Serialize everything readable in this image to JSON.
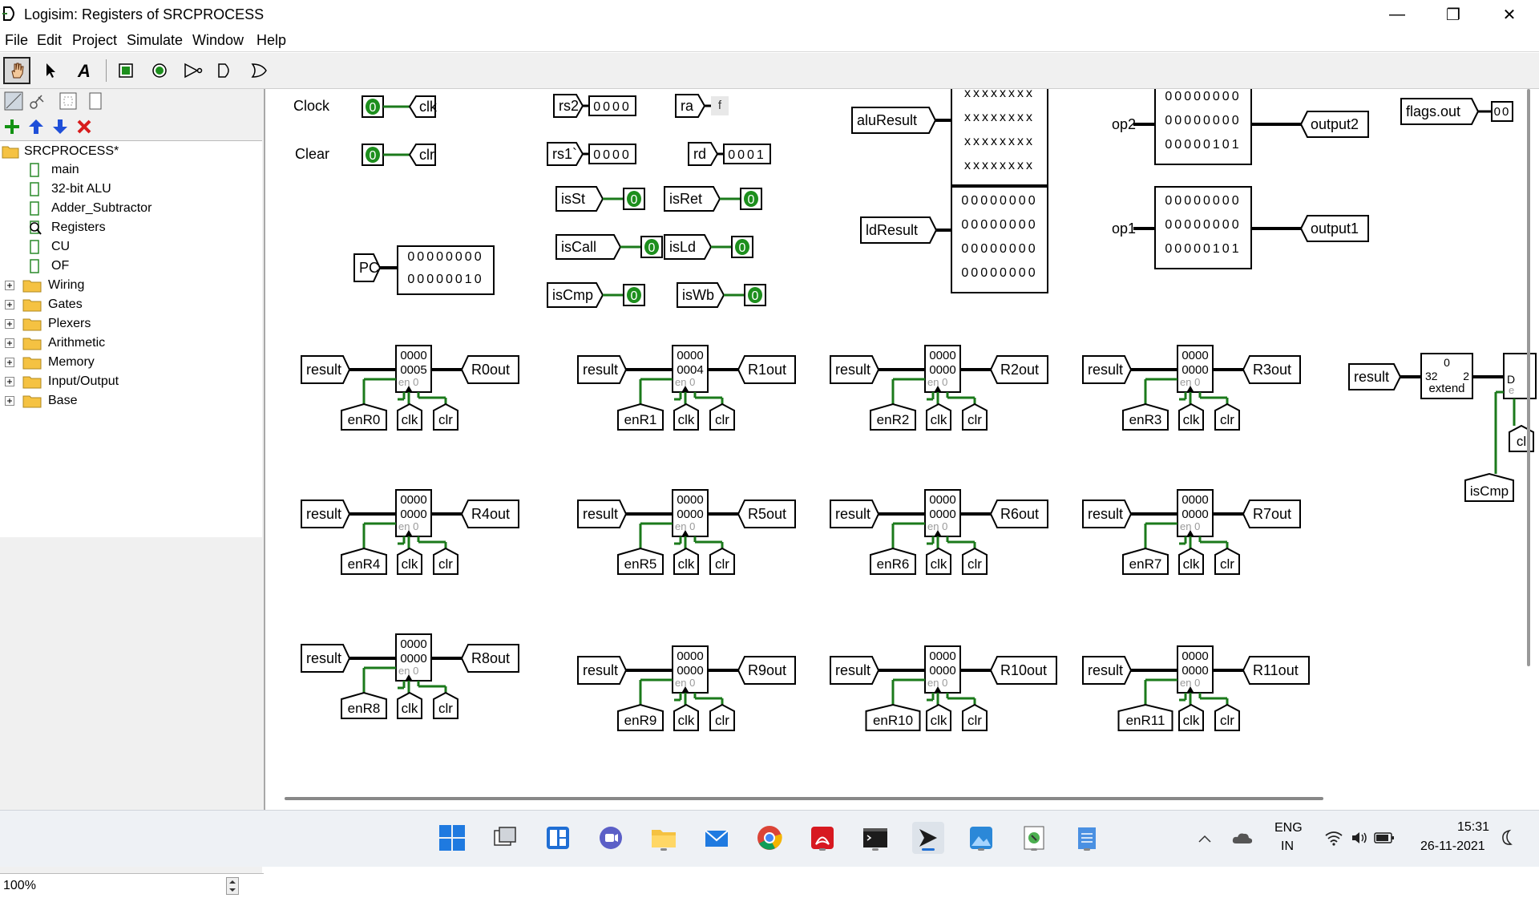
{
  "window": {
    "title": "Logisim: Registers of SRCPROCESS",
    "minimize_glyph": "—",
    "maximize_glyph": "❐",
    "close_glyph": "✕"
  },
  "menu": [
    "File",
    "Edit",
    "Project",
    "Simulate",
    "Window",
    "Help"
  ],
  "project_tree": {
    "root": "SRCPROCESS*",
    "circuits": [
      "main",
      "32-bit ALU",
      "Adder_Subtractor",
      "Registers",
      "CU",
      "OF"
    ],
    "libraries": [
      "Wiring",
      "Gates",
      "Plexers",
      "Arithmetic",
      "Memory",
      "Input/Output",
      "Base"
    ]
  },
  "zoom": "100%",
  "canvas": {
    "inputs": [
      {
        "label": "Clock",
        "pin": "0",
        "tunnel": "clk"
      },
      {
        "label": "Clear",
        "pin": "0",
        "tunnel": "clr"
      }
    ],
    "pc": {
      "label": "PC",
      "lines": [
        "00000000",
        "00000010"
      ]
    },
    "hex_probes": [
      {
        "label": "rs2",
        "value": "0000"
      },
      {
        "label": "rs1`",
        "value": "0000"
      },
      {
        "label": "ra",
        "value": "f"
      },
      {
        "label": "rd",
        "value": "0001"
      }
    ],
    "bit_leds": [
      {
        "label": "isSt",
        "value": "0"
      },
      {
        "label": "isRet",
        "value": "0"
      },
      {
        "label": "isCall",
        "value": "0"
      },
      {
        "label": "isLd",
        "value": "0"
      },
      {
        "label": "isCmp",
        "value": "0"
      },
      {
        "label": "isWb",
        "value": "0"
      }
    ],
    "alu_result": {
      "label": "aluResult",
      "lines": [
        "xxxxxxxx",
        "xxxxxxxx",
        "xxxxxxxx",
        "xxxxxxxx"
      ]
    },
    "ld_result": {
      "label": "ldResult",
      "lines": [
        "00000000",
        "00000000",
        "00000000",
        "00000000"
      ]
    },
    "op2": {
      "label": "op2",
      "lines": [
        "00000000",
        "00000000",
        "00000101"
      ],
      "output": "output2"
    },
    "op1": {
      "label": "op1",
      "lines": [
        "00000000",
        "00000000",
        "00000101"
      ],
      "output": "output1"
    },
    "flags": {
      "label": "flags.out",
      "value": "00"
    },
    "registers": [
      {
        "in": "result",
        "en": "enR0",
        "out": "R0out",
        "top": "0000",
        "bottom": "0005"
      },
      {
        "in": "result",
        "en": "enR1",
        "out": "R1out",
        "top": "0000",
        "bottom": "0004"
      },
      {
        "in": "result",
        "en": "enR2",
        "out": "R2out",
        "top": "0000",
        "bottom": "0000"
      },
      {
        "in": "result",
        "en": "enR3",
        "out": "R3out",
        "top": "0000",
        "bottom": "0000"
      },
      {
        "in": "result",
        "en": "enR4",
        "out": "R4out",
        "top": "0000",
        "bottom": "0000"
      },
      {
        "in": "result",
        "en": "enR5",
        "out": "R5out",
        "top": "0000",
        "bottom": "0000"
      },
      {
        "in": "result",
        "en": "enR6",
        "out": "R6out",
        "top": "0000",
        "bottom": "0000"
      },
      {
        "in": "result",
        "en": "enR7",
        "out": "R7out",
        "top": "0000",
        "bottom": "0000"
      },
      {
        "in": "result",
        "en": "enR8",
        "out": "R8out",
        "top": "0000",
        "bottom": "0000"
      },
      {
        "in": "result",
        "en": "enR9",
        "out": "R9out",
        "top": "0000",
        "bottom": "0000"
      },
      {
        "in": "result",
        "en": "enR10",
        "out": "R10out",
        "top": "0000",
        "bottom": "0000"
      },
      {
        "in": "result",
        "en": "enR11",
        "out": "R11out",
        "top": "0000",
        "bottom": "0000"
      }
    ],
    "reg_pin_labels": {
      "en": "en 0",
      "clk": "clk",
      "clr": "clr"
    },
    "extender": {
      "in": "result",
      "top": "0",
      "left": "32",
      "right": "2",
      "label": "extend",
      "d": "D",
      "e": "e",
      "cl": "cl",
      "cmp": "isCmp"
    }
  },
  "taskbar": {
    "language": "ENG",
    "region": "IN",
    "time": "15:31",
    "date": "26-11-2021"
  },
  "colors": {
    "wire_bus": "#000000",
    "wire_bit": "#1b7a1b",
    "led_green": "#1d8f1d",
    "canvas_bg": "#ffffff"
  }
}
